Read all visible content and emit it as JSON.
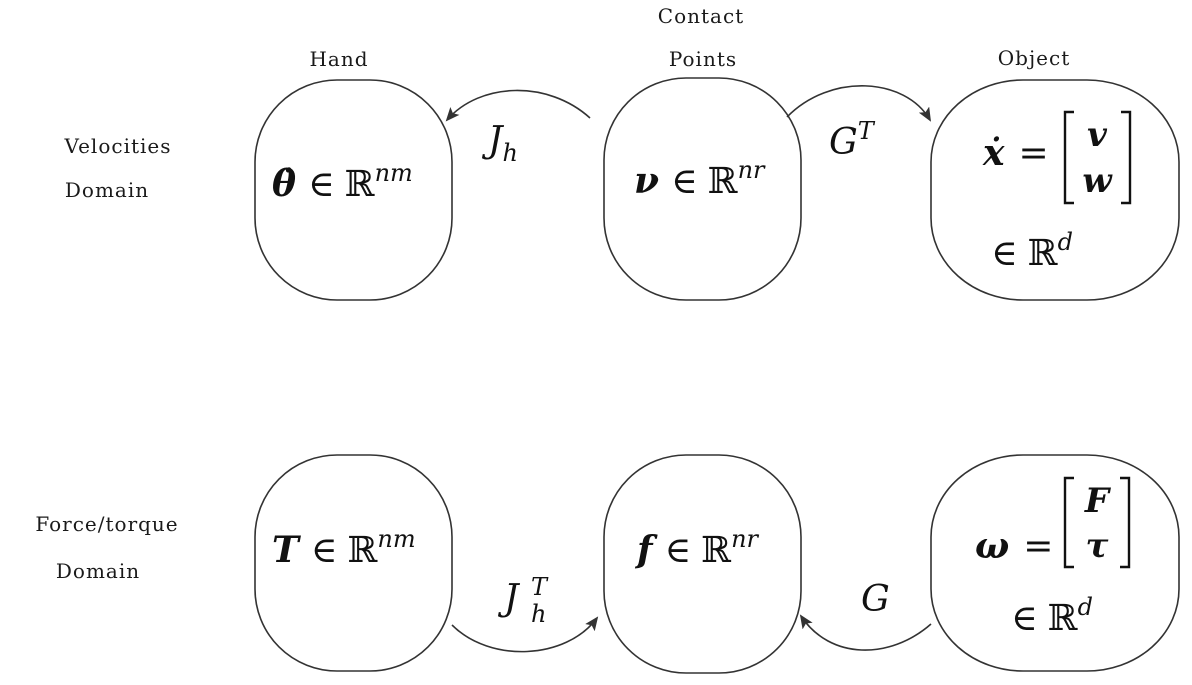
{
  "headers": {
    "hand": "Hand",
    "contact_line1": "Contact",
    "contact_line2": "Points",
    "object": "Object"
  },
  "rows": {
    "velocities_line1": "Velocities",
    "velocities_line2": "Domain",
    "force_line1": "Force/torque",
    "force_line2": "Domain"
  },
  "symbols": {
    "in": "∈",
    "reals": "ℝ",
    "equals": "=",
    "theta_dot": "θ̇",
    "nu": "ν",
    "x_dot": "ẋ",
    "v": "v",
    "w": "w",
    "T": "T",
    "f": "f",
    "omega": "ω",
    "F": "F",
    "tau": "τ",
    "nm": "nm",
    "nr": "nr",
    "d": "d"
  },
  "maps": {
    "Jh": {
      "base": "J",
      "sub": "h"
    },
    "GT": {
      "base": "G",
      "sup": "T"
    },
    "JhT": {
      "base": "J",
      "sub": "h",
      "sup": "T"
    },
    "G": {
      "base": "G"
    }
  }
}
